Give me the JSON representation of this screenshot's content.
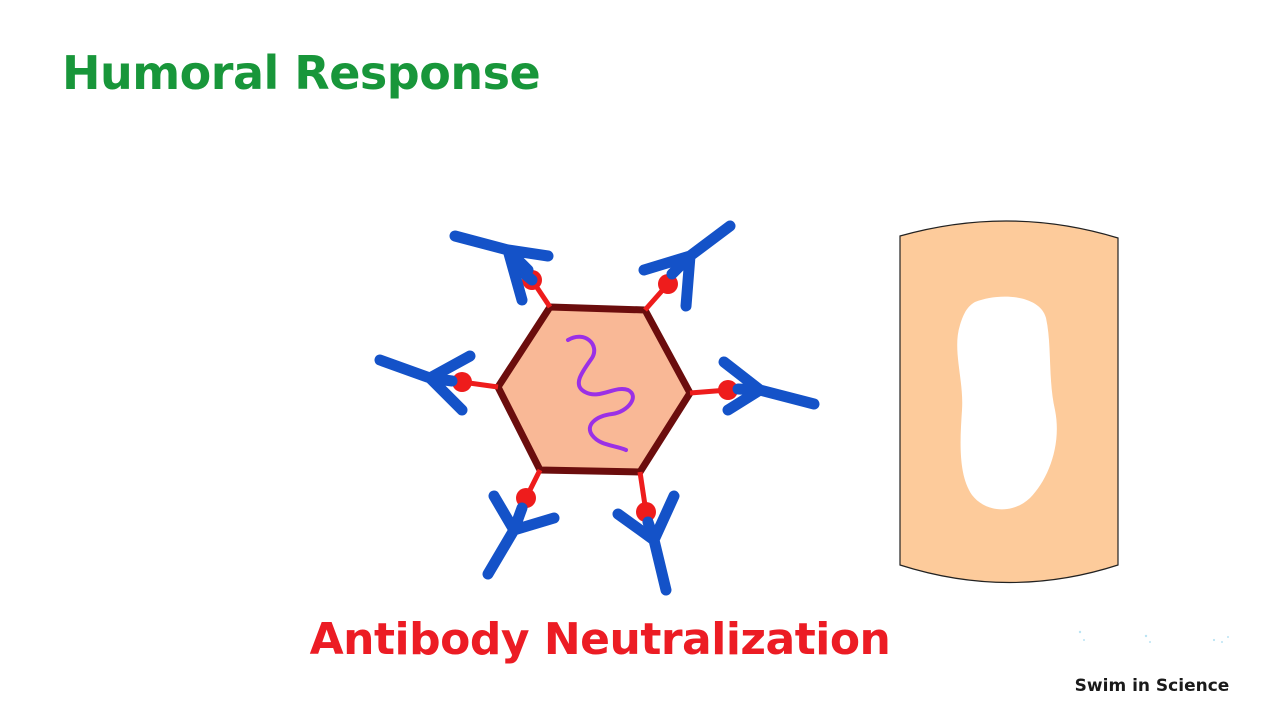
{
  "title": "Humoral Response",
  "caption": "Antibody Neutralization",
  "watermark": "Swim in Science",
  "colors": {
    "title": "#18963a",
    "caption": "#ec1c24",
    "capsid_fill": "#f9b896",
    "capsid_stroke": "#6b0d0d",
    "genome": "#9b30e6",
    "antibody": "#1452c8",
    "epitope": "#ee1c1c",
    "host_cell_fill": "#fdcb9b",
    "host_cell_stroke": "#222222",
    "nucleus": "#ffffff"
  },
  "icons": {
    "antibody": "y-shaped-antibody-icon",
    "virus": "hexagonal-virus-capsid-icon",
    "cell": "host-cell-icon"
  }
}
